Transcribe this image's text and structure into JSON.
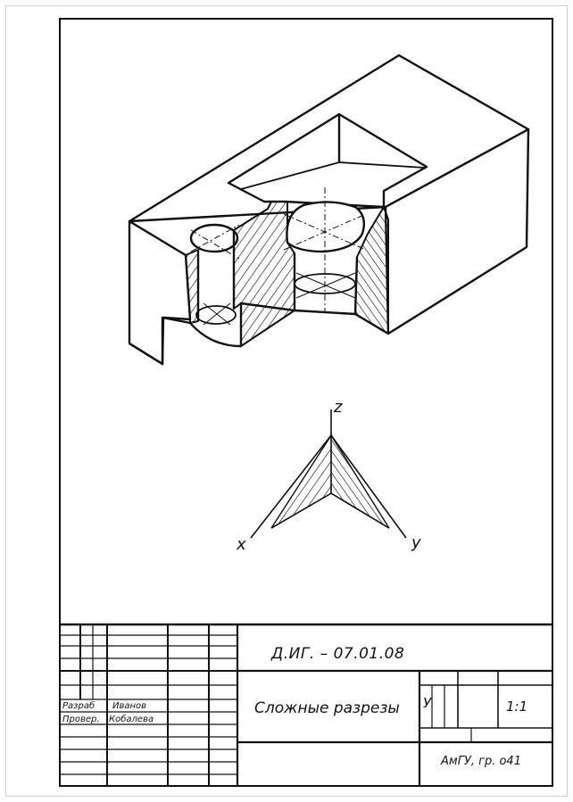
{
  "title_block": {
    "designation": "Д.ИГ. – 07.01.08",
    "title": "Сложные разрезы",
    "stage_letter": "У",
    "scale": "1:1",
    "organization": "АмГУ, гр. о41",
    "developed_role": "Разраб",
    "developed_name": "Иванов",
    "checked_role": "Провер.",
    "checked_name": "Кобалева"
  },
  "axes": {
    "z": "z",
    "x": "x",
    "y": "y"
  }
}
